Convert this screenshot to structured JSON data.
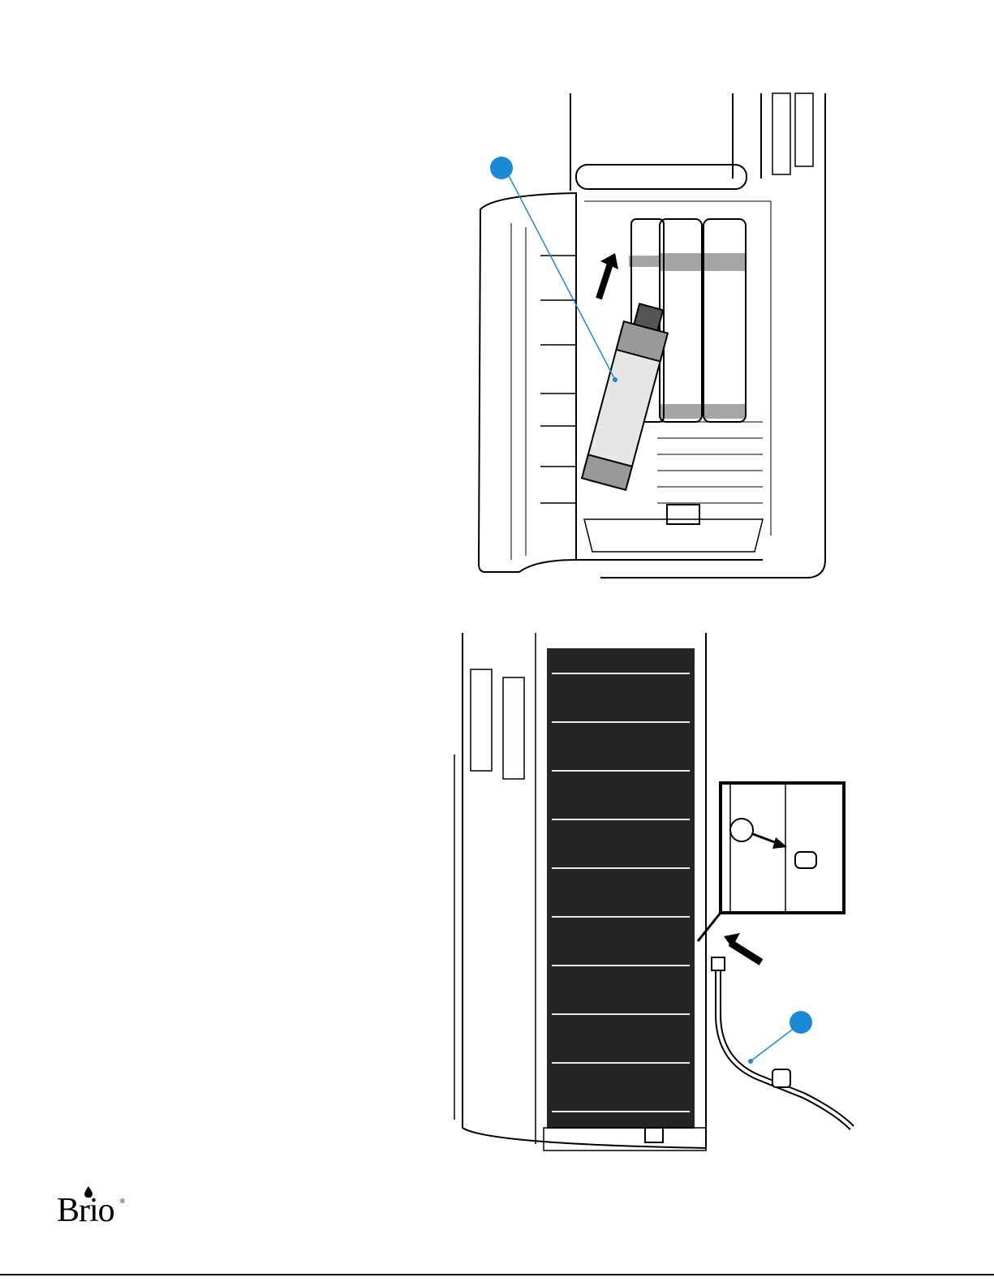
{
  "brand": {
    "name": "Brio",
    "registered_mark": "®"
  },
  "figures": [
    {
      "id": "filter-replacement",
      "callout_color": "#1a8ad8",
      "arrow": "up-right",
      "icons": [
        "filter-cartridge",
        "filter-housings",
        "open-cabinet-door"
      ]
    },
    {
      "id": "rear-water-inlet",
      "callout_color": "#1a8ad8",
      "arrow": "left",
      "inset": "plug-removal-detail",
      "icons": [
        "condenser-coil",
        "water-line-tube",
        "inlet-plug"
      ]
    }
  ],
  "colors": {
    "callout": "#1a8ad8",
    "line": "#000000",
    "background": "#ffffff"
  }
}
